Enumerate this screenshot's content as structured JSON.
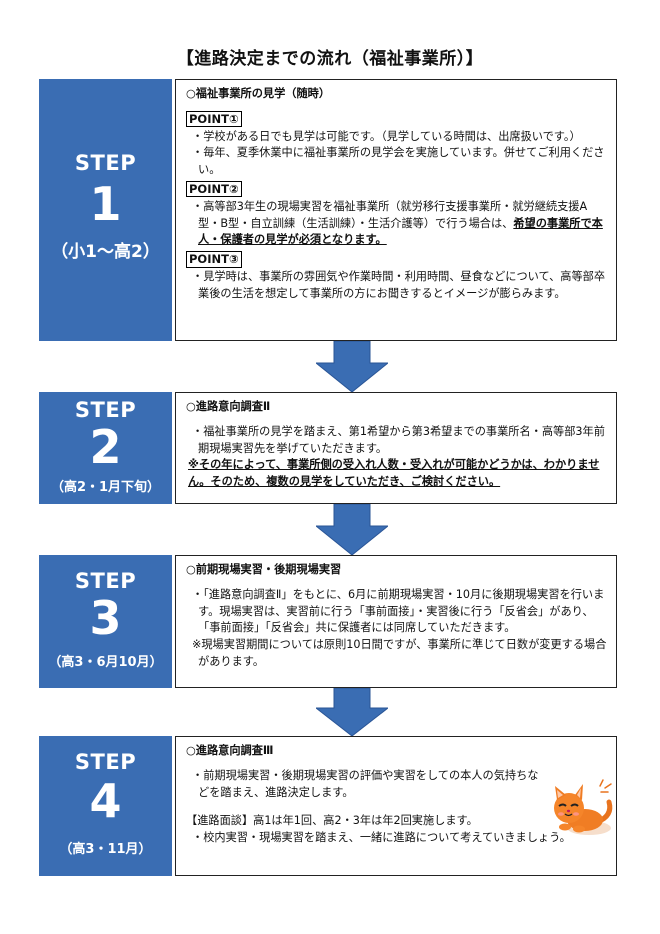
{
  "title": "【進路決定までの流れ（福祉事業所）】",
  "colors": {
    "step_panel": "#3a6db3",
    "arrow": "#3a6db3",
    "border": "#222222"
  },
  "steps": [
    {
      "label": "STEP",
      "number": "1",
      "period": "（小1～高2）",
      "heading": "○福祉事業所の見学（随時）",
      "point1_label": "POINT①",
      "point1_line1": "・学校がある日でも見学は可能です。（見学している時間は、出席扱いです。）",
      "point1_line2": "・毎年、夏季休業中に福祉事業所の見学会を実施しています。併せてご利用ください。",
      "point2_label": "POINT②",
      "point2_text": "・高等部3年生の現場実習を福祉事業所（就労移行支援事業所・就労継続支援A型・B型・自立訓練（生活訓練）・生活介護等）で行う場合は、",
      "point2_emphasis": "希望の事業所で本人・保護者の見学が必須となります。",
      "point3_label": "POINT③",
      "point3_text": "・見学時は、事業所の雰囲気や作業時間・利用時間、昼食などについて、高等部卒業後の生活を想定して事業所の方にお聞きするとイメージが膨らみます。"
    },
    {
      "label": "STEP",
      "number": "2",
      "period": "（高2・1月下旬）",
      "heading": "○進路意向調査Ⅱ",
      "body": "・福祉事業所の見学を踏まえ、第1希望から第3希望までの事業所名・高等部3年前期現場実習先を挙げていただきます。",
      "note": "※その年によって、事業所側の受入れ人数・受入れが可能かどうかは、わかりません。そのため、複数の見学をしていただき、ご検討ください。"
    },
    {
      "label": "STEP",
      "number": "3",
      "period": "（高3・6月10月）",
      "heading": "○前期現場実習・後期現場実習",
      "body": "・「進路意向調査Ⅱ」をもとに、6月に前期現場実習・10月に後期現場実習を行います。現場実習は、実習前に行う「事前面接」・実習後に行う「反省会」があり、「事前面接」「反省会」共に保護者には同席していただきます。",
      "note": "※現場実習期間については原則10日間ですが、事業所に準じて日数が変更する場合があります。"
    },
    {
      "label": "STEP",
      "number": "4",
      "period": "（高3・11月）",
      "heading": "○進路意向調査Ⅲ",
      "body": "・前期現場実習・後期現場実習の評価や実習をしての本人の気持ちなどを踏まえ、進路決定します。",
      "note1": "【進路面談】高1は年1回、高2・3年は年2回実施します。",
      "note2": "・校内実習・現場実習を踏まえ、一緒に進路について考えていきましょう。"
    }
  ],
  "mascot_icon": "orange-cat-mascot"
}
